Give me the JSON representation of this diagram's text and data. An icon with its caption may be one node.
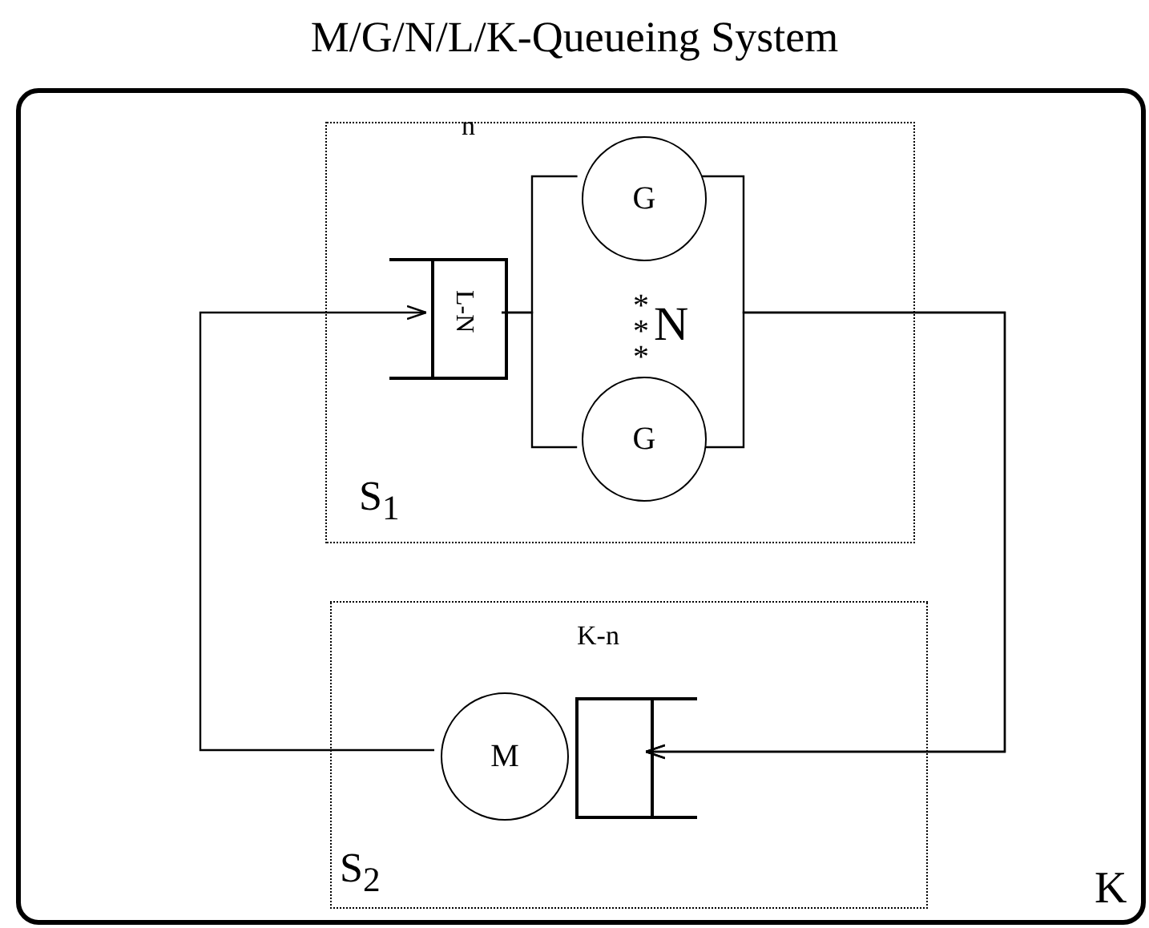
{
  "diagram": {
    "title": "M/G/N/L/K-Queueing System",
    "nodes": [
      {
        "text": [
          "K"
        ]
      },
      {
        "text": [
          "n",
          "S$_{1}$"
        ],
        "in": 0
      },
      {
        "text": [
          "L-N"
        ],
        "in": 1
      },
      {
        "text": [
          "G"
        ],
        "in": 1
      },
      {
        "text": [
          "G"
        ],
        "in": 1
      },
      {
        "text": [
          "K-n",
          "S$_{2}$"
        ],
        "in": 0
      },
      {
        "text": [],
        "shape": "box",
        "in": 5
      },
      {
        "text": [
          "M"
        ],
        "in": 5
      }
    ],
    "edges": [
      {
        "from": 7,
        "to": 2,
        "arrow": "to"
      },
      {
        "from": 2,
        "to": 3,
        "arrow": "none"
      },
      {
        "from": 2,
        "to": 4,
        "arrow": "none"
      },
      {
        "from": 3,
        "to": 6,
        "arrow": "to"
      },
      {
        "from": 4,
        "to": 6,
        "arrow": "to"
      }
    ],
    "labels": [
      "***",
      "N"
    ]
  }
}
